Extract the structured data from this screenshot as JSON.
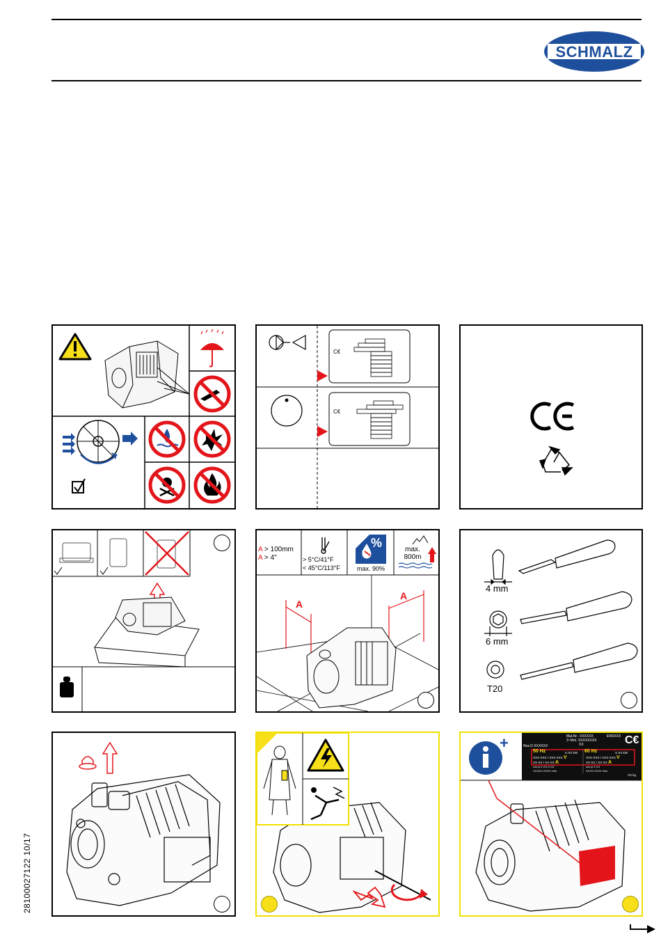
{
  "header": {
    "brand": "SCHMALZ",
    "brand_color": "#1e4f9c"
  },
  "panels": {
    "p1": {
      "icons": [
        "warning-icon",
        "umbrella-rain-icon",
        "no-cutting-icon",
        "pump-rotation-icon",
        "checkbox-icon",
        "no-water-icon",
        "no-explosion-icon",
        "no-toxic-icon",
        "no-fire-icon"
      ]
    },
    "p2": {
      "icons": [
        "vacuum-pump-symbol",
        "pressure-gauge-symbol",
        "ce-label-icon"
      ]
    },
    "p3": {
      "icons": [
        "ce-mark-icon",
        "recycle-icon"
      ]
    },
    "p4": {
      "icons": [
        "weight-icon"
      ]
    },
    "p5": {
      "distance_line1": "> 100mm",
      "distance_line2": "> 4\"",
      "distance_label": "A",
      "temp_line1": "> 5°C/41°F",
      "temp_line2": "< 45°C/113°F",
      "humidity_symbol": "%",
      "humidity_label": "max. 90%",
      "altitude_line1": "max.",
      "altitude_line2": "800m",
      "dim_label_left": "A",
      "dim_label_right": "A"
    },
    "p6": {
      "tool1": "4 mm",
      "tool2": "6 mm",
      "tool3": "T20"
    },
    "p9": {
      "info_plus": "+",
      "plate_matnr": "Mat.Nr.: XXXXXX",
      "plate_en": "ENXXXX",
      "plate_motnr": "3~Mot. XXXXXXXX",
      "plate_xx": "XX",
      "plate_nozd": "Noz.D XXXXXX",
      "plate_50hz": "50 Hz",
      "plate_60hz": "60 Hz",
      "plate_kw1": "X.XX kW",
      "plate_kw2": "X.XX kW",
      "plate_v_row1": "XXX-XXX / XXX-XXX",
      "plate_v": "V",
      "plate_a_row1": "XX-XX / XX-XX",
      "plate_a": "A",
      "plate_cos1": "cos φ X.XX-X.XX",
      "plate_cos2": "cos φ X.XX",
      "plate_rpm1": "XXXXX-XXXX /min",
      "plate_rpm2": "XXXX-XXXX /min",
      "plate_kg": "XX kg"
    }
  },
  "footer": {
    "doc_number": "28100027122 10/17"
  }
}
